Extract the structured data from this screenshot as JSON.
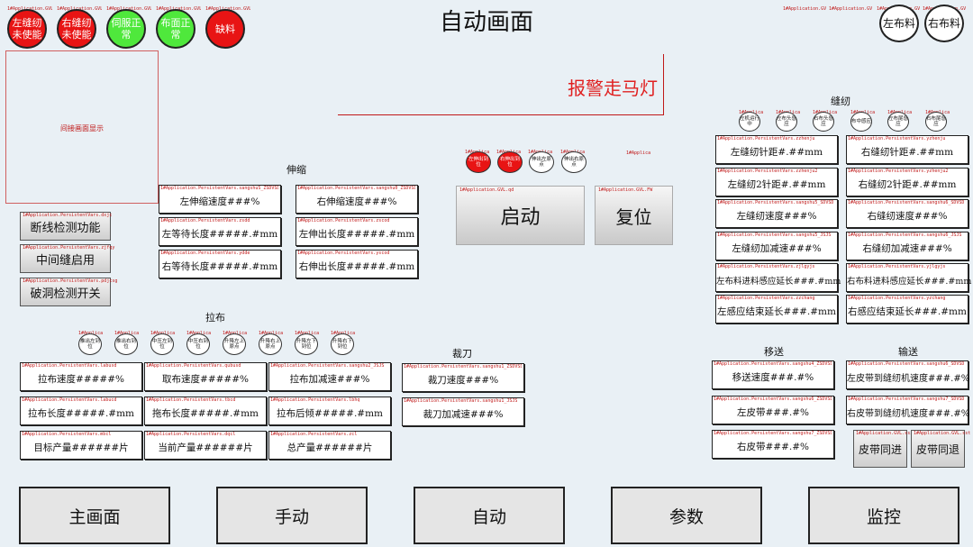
{
  "title": "自动画面",
  "marquee": "报警走马灯",
  "indirect_display": "间接画面显示",
  "top_tags": [
    "1#Application.GVL",
    "1#Application.GVL",
    "1#Application.GVL",
    "1#Application.GVL",
    "1#Application.GVL"
  ],
  "status_lamps": [
    {
      "label": "左缝纫未使能",
      "color": "red"
    },
    {
      "label": "右缝纫未使能",
      "color": "red"
    },
    {
      "label": "伺服正常",
      "color": "green"
    },
    {
      "label": "布面正常",
      "color": "green"
    },
    {
      "label": "缺料",
      "color": "red"
    }
  ],
  "right_tags": [
    "1#Application.GVL",
    "1#Application.GVL",
    "1#Application.GVL",
    "1#Application.GVL"
  ],
  "fabric_lamps": [
    "左布料",
    "右布料"
  ],
  "left_buttons": [
    {
      "tag": "1#Application.PersistentVars.dxjc",
      "label": "断线检测功能"
    },
    {
      "tag": "1#Application.PersistentVars.zjfqy",
      "label": "中间缝启用"
    },
    {
      "tag": "1#Application.PersistentVars.pdjcsg",
      "label": "破洞检测开关"
    }
  ],
  "stretch": {
    "title": "伸缩",
    "fields": [
      {
        "tag": "1#Application.PersistentVars.sangshuS_ZSDVSD",
        "value": "左伸缩速度###%"
      },
      {
        "tag": "1#Application.PersistentVars.sangshu0_ZSDVSD",
        "value": "右伸缩速度###%"
      },
      {
        "tag": "1#Application.PersistentVars.zsdd",
        "value": "左等待长度#####.#mm"
      },
      {
        "tag": "1#Application.PersistentVars.zscod",
        "value": "左伸出长度#####.#mm"
      },
      {
        "tag": "1#Application.PersistentVars.ydde",
        "value": "右等待长度#####.#mm"
      },
      {
        "tag": "1#Application.PersistentVars.yscod",
        "value": "右伸出长度#####.#mm"
      }
    ]
  },
  "center_lamps": [
    {
      "label": "左伸出到位",
      "tag": "1#Applica",
      "color": "red"
    },
    {
      "label": "右伸出到位",
      "tag": "1#Applica",
      "color": "red"
    },
    {
      "label": "伸出左原点",
      "tag": "1#Applica",
      "color": "white"
    },
    {
      "label": "伸出右原点",
      "tag": "1#Applica",
      "color": "white"
    }
  ],
  "center_tag": "1#Applica",
  "start": {
    "tag": "1#Application.GVL.qd",
    "label": "启动"
  },
  "reset": {
    "tag": "1#Application.GVL.FW",
    "label": "复位"
  },
  "sewing": {
    "title": "缝纫",
    "lamps": [
      "左机运行中",
      "左布头感应",
      "右布头感应",
      "布中感应",
      "左布尾感应",
      "右布尾感应"
    ],
    "lamp_tag": "1#Applica",
    "fields": [
      {
        "tag": "1#Application.PersistentVars.zzhenju",
        "value": "左缝纫针距#.##mm"
      },
      {
        "tag": "1#Application.PersistentVars.yzhenju",
        "value": "右缝纫针距#.##mm"
      },
      {
        "tag": "1#Application.PersistentVars.zzhenju2",
        "value": "左缝纫2针距#.##mm"
      },
      {
        "tag": "1#Application.PersistentVars.yzhenju2",
        "value": "右缝纫2针距#.##mm"
      },
      {
        "tag": "1#Application.PersistentVars.sangshu5_SDVSD",
        "value": "左缝纫速度###%"
      },
      {
        "tag": "1#Application.PersistentVars.sangshu6_SDVSD",
        "value": "右缝纫速度###%"
      },
      {
        "tag": "1#Application.PersistentVars.sangshu5_JSJS",
        "value": "左缝纫加减速###%"
      },
      {
        "tag": "1#Application.PersistentVars.sangshu6_JSJS",
        "value": "右缝纫加减速###%"
      },
      {
        "tag": "1#Application.PersistentVars.zjlgyjs",
        "value": "左布料进料感应延长###.#mm"
      },
      {
        "tag": "1#Application.PersistentVars.yjlgyjs",
        "value": "右布料进料感应延长###.#mm"
      },
      {
        "tag": "1#Application.PersistentVars.zzchang",
        "value": "左感应结束延长###.#mm"
      },
      {
        "tag": "1#Application.PersistentVars.yzchang",
        "value": "右感应结束延长###.#mm"
      }
    ]
  },
  "pull": {
    "title": "拉布",
    "lamps": [
      "推出左到位",
      "推出右到位",
      "中压左到位",
      "中压右到位",
      "升降左上原点",
      "升降右上原点",
      "升降左下到位",
      "升降右下到位"
    ],
    "lamp_tag": "1#Applica",
    "fields": [
      {
        "tag": "1#Application.PersistentVars.labusd",
        "value": "拉布速度#####%"
      },
      {
        "tag": "1#Application.PersistentVars.qubusd",
        "value": "取布速度#####%"
      },
      {
        "tag": "1#Application.PersistentVars.sangshu2_JSJS",
        "value": "拉布加减速###%"
      },
      {
        "tag": "1#Application.PersistentVars.labucd",
        "value": "拉布长度#####.#mm"
      },
      {
        "tag": "1#Application.PersistentVars.tbcd",
        "value": "拖布长度#####.#mm"
      },
      {
        "tag": "1#Application.PersistentVars.lbhq",
        "value": "拉布后倾#####.#mm"
      },
      {
        "tag": "1#Application.PersistentVars.mbcl",
        "value": "目标产量######片"
      },
      {
        "tag": "1#Application.PersistentVars.dqcl",
        "value": "当前产量######片"
      },
      {
        "tag": "1#Application.PersistentVars.zcl",
        "value": "总产量######片"
      }
    ]
  },
  "cutter": {
    "title": "裁刀",
    "fields": [
      {
        "tag": "1#Application.PersistentVars.sangshu1_ZSDVSD",
        "value": "裁刀速度###%"
      },
      {
        "tag": "1#Application.PersistentVars.sangshu1_JSJS",
        "value": "裁刀加减速###%"
      }
    ]
  },
  "transfer": {
    "title": "移送",
    "fields": [
      {
        "tag": "1#Application.PersistentVars.sangshu4_ZSDVSD",
        "value": "移送速度###.#%"
      },
      {
        "tag": "1#Application.PersistentVars.sangshu6_ZSDVSD",
        "value": "左皮带###.#%"
      },
      {
        "tag": "1#Application.PersistentVars.sangshu7_ZSDVSD",
        "value": "右皮带###.#%"
      }
    ]
  },
  "convey": {
    "title": "输送",
    "fields": [
      {
        "tag": "1#Application.PersistentVars.sangshu6_SDVSD",
        "value": "左皮带到缝纫机速度###.#%"
      },
      {
        "tag": "1#Application.PersistentVars.sangshu7_SDVSD",
        "value": "右皮带到缝纫机速度###.#%"
      }
    ],
    "buttons": [
      {
        "tag": "1#Application.GVL.ssz",
        "label": "皮带同进"
      },
      {
        "tag": "1#Application.GVL.sst",
        "label": "皮带同退"
      }
    ]
  },
  "nav": [
    "主画面",
    "手动",
    "自动",
    "参数",
    "监控"
  ]
}
